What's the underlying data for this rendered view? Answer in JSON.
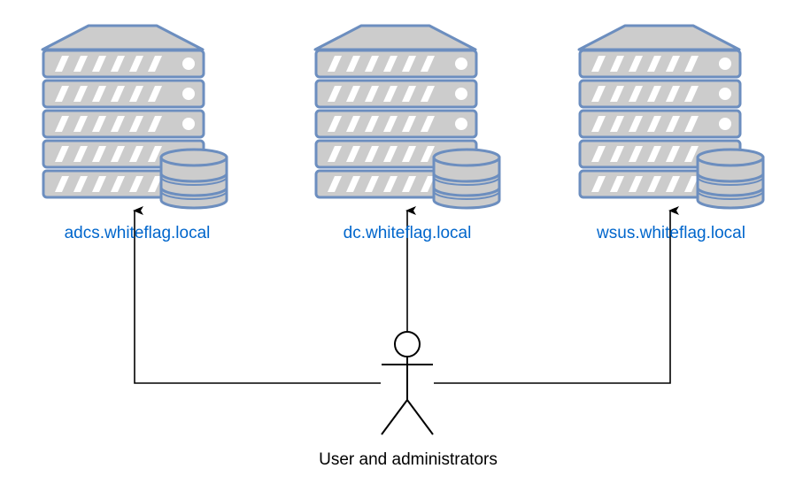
{
  "servers": [
    {
      "id": "adcs",
      "label": "adcs.whiteflag.local"
    },
    {
      "id": "dc",
      "label": "dc.whiteflag.local"
    },
    {
      "id": "wsus",
      "label": "wsus.whiteflag.local"
    }
  ],
  "actor": {
    "label": "User and administrators"
  },
  "colors": {
    "server_stroke": "#6c8ebf",
    "server_fill": "#cccccc",
    "label": "#0066cc",
    "line": "#000000"
  }
}
